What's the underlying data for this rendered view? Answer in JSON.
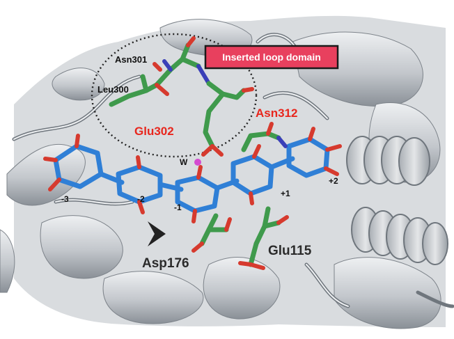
{
  "labels": {
    "asn301": "Asn301",
    "leu300": "Leu300",
    "glu302": "Glu302",
    "asn312": "Asn312",
    "water": "W",
    "asp176": "Asp176",
    "glu115": "Glu115",
    "sub_m3": "-3",
    "sub_m2": "-2",
    "sub_m1": "-1",
    "sub_p1": "+1",
    "sub_p2": "+2"
  },
  "callout": {
    "text": "Inserted loop domain"
  },
  "colors": {
    "ribbon": "#c9ccd0",
    "ribbon_dark": "#8e939a",
    "substrate": "#2f7fd6",
    "residue": "#3f9a4c",
    "oxygen": "#d63a2e",
    "nitrogen": "#3a3fb8",
    "water": "#d44ad0",
    "callout_bg": "#e8405e",
    "red_label": "#e8261d"
  }
}
